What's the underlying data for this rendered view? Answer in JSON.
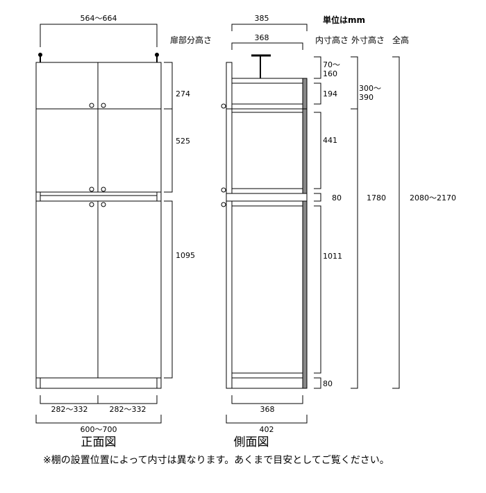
{
  "unit_label": "単位はmm",
  "headers": {
    "door_height": "扉部分高さ",
    "inner_height": "内寸高さ",
    "outer_height": "外寸高さ",
    "total_height": "全高"
  },
  "front": {
    "top_width": "564〜664",
    "door_heights": [
      "274",
      "525",
      "1095"
    ],
    "door_widths": [
      "282〜332",
      "282〜332"
    ],
    "total_width": "600〜700",
    "title": "正面図"
  },
  "side": {
    "top_depth": "385",
    "inner_depth_top": "368",
    "inner_heights": [
      "70〜\n160",
      "194",
      "441",
      "80",
      "1011",
      "80"
    ],
    "inner_heights_lines": [
      [
        "70〜",
        "160"
      ]
    ],
    "outer_heights": [
      "300〜",
      "390",
      "1780"
    ],
    "total_height": "2080〜2170",
    "inner_depth_bottom": "368",
    "outer_depth": "402",
    "title": "側面図"
  },
  "note": "※棚の設置位置によって内寸は異なります。あくまで目安としてご覧ください。"
}
